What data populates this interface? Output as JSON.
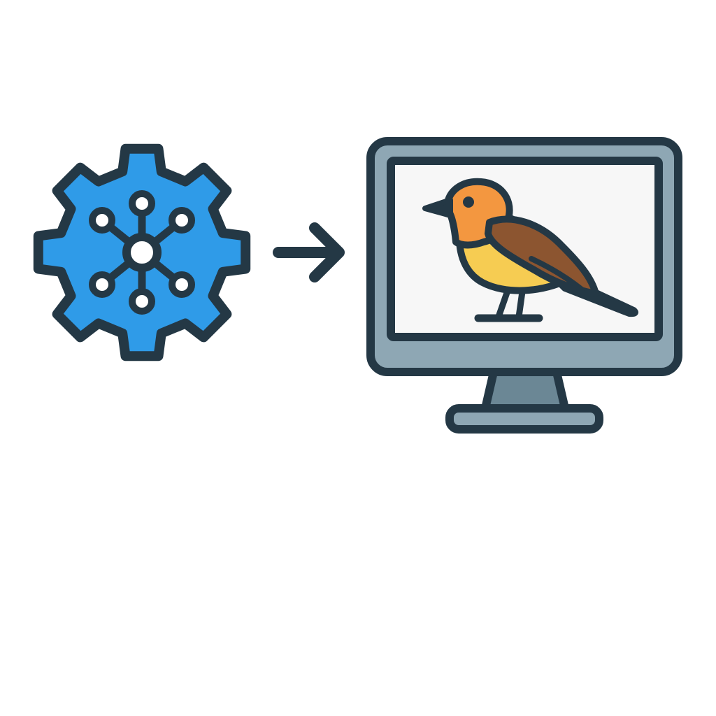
{
  "diagram": {
    "nodes": [
      {
        "id": "source",
        "icon": "ai-gear-network-icon"
      },
      {
        "id": "target",
        "icon": "monitor-with-bird-icon"
      }
    ],
    "edges": [
      {
        "from": "source",
        "to": "target",
        "icon": "arrow-right-icon"
      }
    ]
  },
  "colors": {
    "outline": "#243845",
    "gear_fill": "#2f9be8",
    "node_fill": "#ffffff",
    "monitor_frame": "#8ea7b4",
    "monitor_stand": "#6b8795",
    "screen_bg": "#f7f7f7",
    "bird_head": "#f39740",
    "bird_belly": "#f6cc52",
    "bird_wing": "#8c5530",
    "bird_beak": "#243845"
  }
}
